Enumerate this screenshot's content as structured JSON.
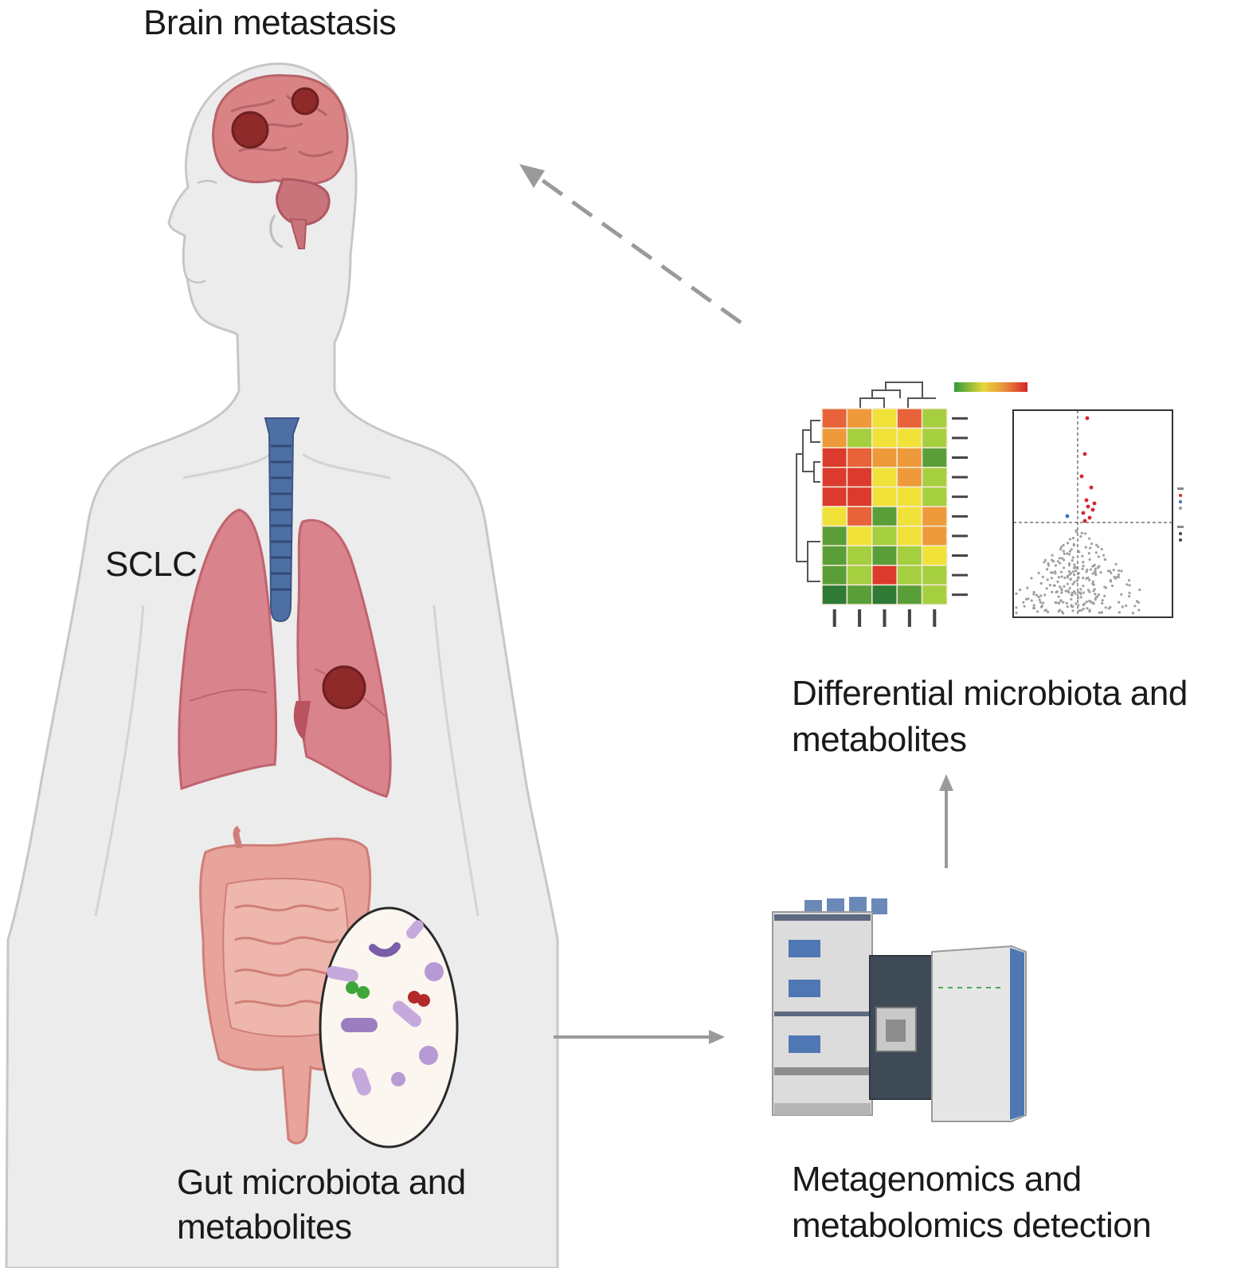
{
  "labels": {
    "brain_metastasis": "Brain metastasis",
    "sclc": "SCLC",
    "gut_line1": "Gut microbiota and",
    "gut_line2": "metabolites",
    "diff_line1": "Differential microbiota and",
    "diff_line2": "metabolites",
    "meta_line1": "Metagenomics and",
    "meta_line2": "metabolomics detection"
  },
  "heatmap": {
    "colors": {
      "dark_green": "#2f7a34",
      "green": "#5a9e3a",
      "light_green": "#a6cf3f",
      "yellow": "#f1e23a",
      "orange": "#ee9a3a",
      "red_orange": "#e8623a",
      "red": "#dc3a2c"
    },
    "rows": [
      [
        "red_orange",
        "orange",
        "yellow",
        "red_orange",
        "light_green"
      ],
      [
        "orange",
        "light_green",
        "yellow",
        "yellow",
        "light_green"
      ],
      [
        "red",
        "red_orange",
        "orange",
        "orange",
        "green"
      ],
      [
        "red",
        "red",
        "yellow",
        "orange",
        "light_green"
      ],
      [
        "red",
        "red",
        "yellow",
        "yellow",
        "light_green"
      ],
      [
        "yellow",
        "red_orange",
        "green",
        "yellow",
        "orange"
      ],
      [
        "green",
        "yellow",
        "light_green",
        "yellow",
        "orange"
      ],
      [
        "green",
        "light_green",
        "green",
        "light_green",
        "yellow"
      ],
      [
        "green",
        "light_green",
        "red",
        "light_green",
        "light_green"
      ],
      [
        "dark_green",
        "green",
        "dark_green",
        "green",
        "light_green"
      ]
    ]
  },
  "colors": {
    "skin": "#ececec",
    "skin_outline": "#b9b9b9",
    "lung": "#d9838c",
    "lung_dark": "#c0646f",
    "trachea": "#4e6fa3",
    "brain": "#d98385",
    "tumor": "#8e2a2a",
    "intestine": "#e8a39a",
    "arrow": "#9a9a9a"
  }
}
